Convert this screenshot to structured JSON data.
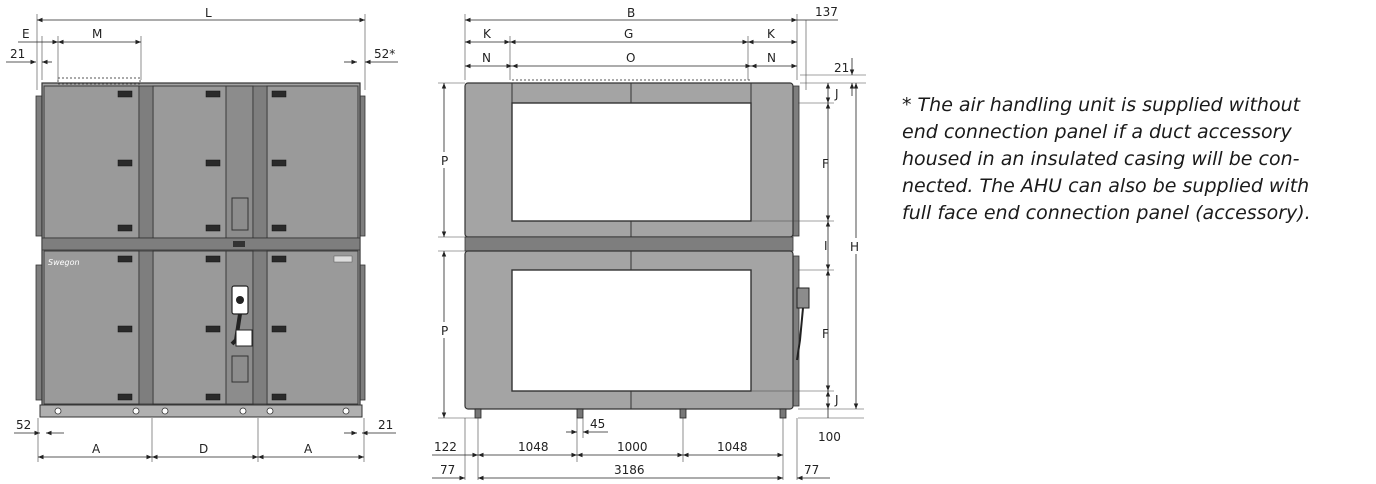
{
  "front_view": {
    "labels": {
      "L": "L",
      "M": "M",
      "E": "E",
      "E_dim": "21",
      "right_top": "52*",
      "bottom_left": "52",
      "bottom_right": "21",
      "A_left": "A",
      "D": "D",
      "A_right": "A"
    },
    "brand_text": "Swegon"
  },
  "side_view": {
    "labels": {
      "B": "B",
      "B_ext": "137",
      "K_left": "K",
      "G": "G",
      "K_right": "K",
      "N_left": "N",
      "O": "O",
      "N_right": "N",
      "top_right": "21",
      "J_top": "J",
      "F_top": "F",
      "I": "I",
      "F_bottom": "F",
      "J_bottom": "J",
      "H": "H",
      "P_top": "P",
      "P_bottom": "P",
      "bottom_100": "100",
      "d122": "122",
      "d1048_left": "1048",
      "d45": "45",
      "d1000": "1000",
      "d1048_right": "1048",
      "d77_left": "77",
      "d3186": "3186",
      "d77_right": "77"
    }
  },
  "note": {
    "lines": [
      "* The air handling unit is supplied without",
      "end connection panel if a duct accessory",
      "housed in an insulated casing will be con-",
      "nected. The AHU can also be supplied with",
      "full face end connection panel (accessory)."
    ]
  }
}
